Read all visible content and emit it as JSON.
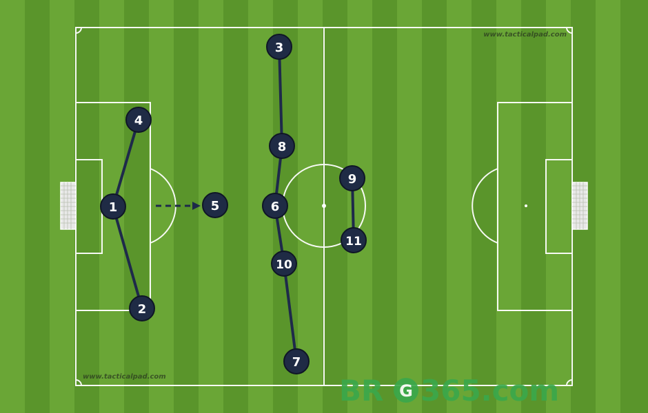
{
  "pitch": {
    "colors": {
      "stripe_light": "#6aa636",
      "stripe_dark": "#5a952b",
      "lines": "#ffffff",
      "player_fill": "#1f2b45",
      "link_line": "#1e2a4a"
    },
    "watermark_top": "www.tacticalpad.com",
    "watermark_bottom": "www.tacticalpad.com"
  },
  "players": [
    {
      "num": "1"
    },
    {
      "num": "2"
    },
    {
      "num": "3"
    },
    {
      "num": "4"
    },
    {
      "num": "5"
    },
    {
      "num": "6"
    },
    {
      "num": "7"
    },
    {
      "num": "8"
    },
    {
      "num": "9"
    },
    {
      "num": "10"
    },
    {
      "num": "11"
    }
  ],
  "brand": {
    "text_left": "BR",
    "logo_letter": "G",
    "text_right": "365.com",
    "color": "#3aa84c"
  }
}
